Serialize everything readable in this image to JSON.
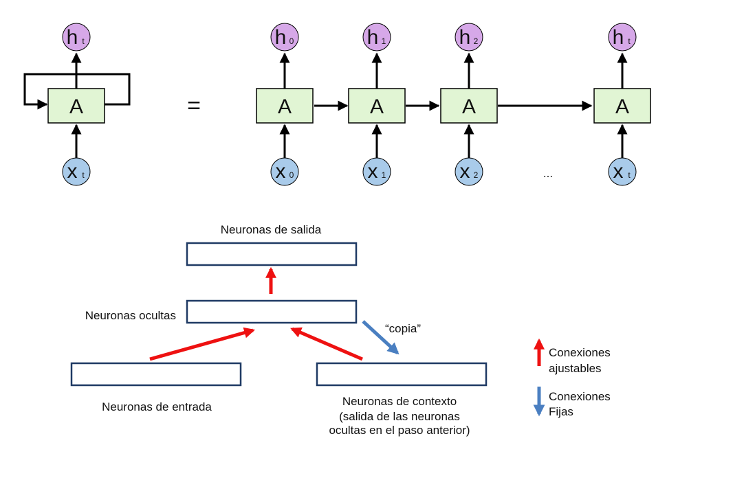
{
  "rnn": {
    "folded": {
      "cell": "A",
      "out_base": "h",
      "out_sub": "t",
      "in_base": "x",
      "in_sub": "t"
    },
    "equals": "=",
    "cells": [
      {
        "cell": "A",
        "out_base": "h",
        "out_sub": "0",
        "in_base": "x",
        "in_sub": "0"
      },
      {
        "cell": "A",
        "out_base": "h",
        "out_sub": "1",
        "in_base": "x",
        "in_sub": "1"
      },
      {
        "cell": "A",
        "out_base": "h",
        "out_sub": "2",
        "in_base": "x",
        "in_sub": "2"
      },
      {
        "cell": "A",
        "out_base": "h",
        "out_sub": "t",
        "in_base": "x",
        "in_sub": "t"
      }
    ],
    "ellipsis": "...",
    "colors": {
      "output_node": "#d6a8e8",
      "input_node": "#a9cbea",
      "cell_fill": "#e1f5d4"
    }
  },
  "elman": {
    "output_label": "Neuronas de salida",
    "hidden_label": "Neuronas ocultas",
    "input_label": "Neuronas de entrada",
    "context_label": "Neuronas de contexto",
    "context_desc_1": "(salida de las neuronas",
    "context_desc_2": "ocultas en el paso anterior)",
    "copy_label": "“copia”",
    "colors": {
      "adjustable": "#ee1111",
      "fixed": "#4a7fc1",
      "box_border": "#1f3a64"
    }
  },
  "legend": {
    "adjustable_1": "Conexiones",
    "adjustable_2": "ajustables",
    "fixed_1": "Conexiones",
    "fixed_2": "Fijas"
  }
}
